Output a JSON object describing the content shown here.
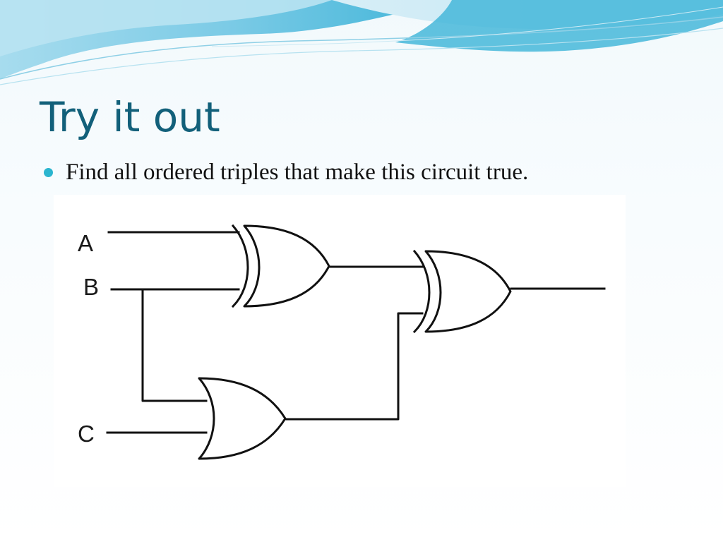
{
  "slide": {
    "title": "Try it out",
    "bullets": [
      {
        "text": "Find all ordered triples that make this circuit true."
      }
    ]
  },
  "diagram": {
    "inputs": {
      "a": "A",
      "b": "B",
      "c": "C"
    },
    "gates": [
      {
        "id": "xor-gate-1",
        "type": "XOR",
        "inputs": [
          "A",
          "B"
        ]
      },
      {
        "id": "or-gate",
        "type": "OR",
        "inputs": [
          "B",
          "C"
        ]
      },
      {
        "id": "xor-gate-2",
        "type": "XOR",
        "inputs": [
          "xor-gate-1",
          "or-gate"
        ]
      }
    ],
    "output": "xor-gate-2"
  },
  "colors": {
    "title": "#12607a",
    "bullet": "#2bb5cf",
    "wave_dark": "#38b2d4",
    "wave_light": "#a9dbee"
  }
}
